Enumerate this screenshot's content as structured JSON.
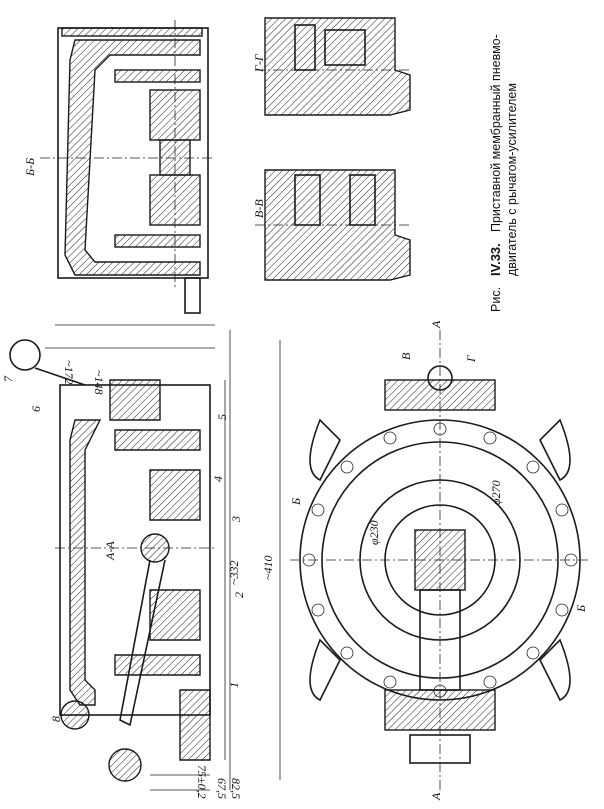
{
  "caption": {
    "prefix": "Рис.",
    "number": "IV.33.",
    "line1": "Приставной мембранный пневмо-",
    "line2": "двигатель с рычагом-усилителем"
  },
  "sections": {
    "aa": "А-А",
    "bb": "Б-Б",
    "vv": "В-В",
    "gg": "Г-Г"
  },
  "dimensions": {
    "d172": "~172",
    "d148": "~148",
    "d332": "~332",
    "d410": "~410",
    "d75": "75±0,2",
    "d825": "82,5",
    "d675": "67,5",
    "phi270": "φ270",
    "phi230": "φ230"
  },
  "callouts": [
    "1",
    "2",
    "3",
    "4",
    "5",
    "6",
    "7",
    "8"
  ],
  "cut_marks": {
    "a": "А",
    "b": "Б",
    "v": "В",
    "g": "Г"
  }
}
